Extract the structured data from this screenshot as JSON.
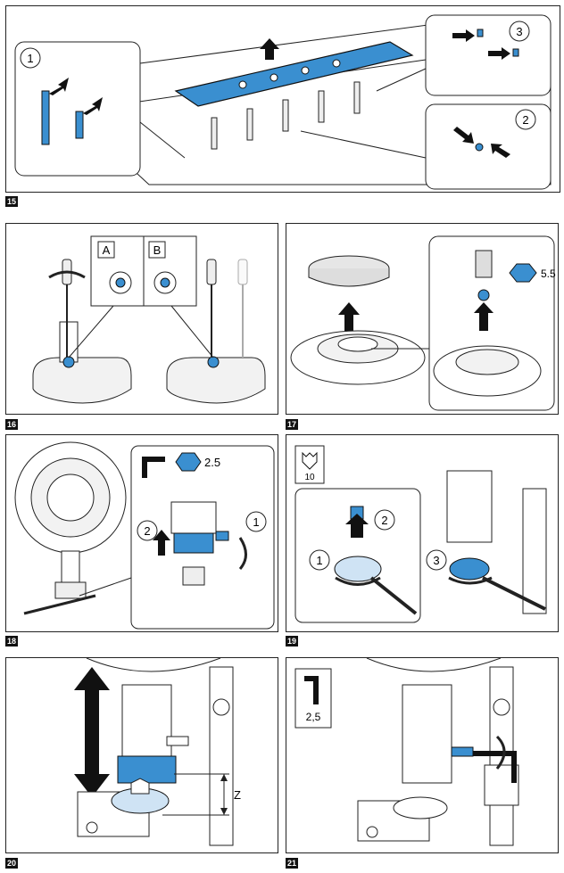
{
  "figures": {
    "f15": {
      "number": "15",
      "steps": [
        "1",
        "2",
        "3"
      ]
    },
    "f16": {
      "number": "16",
      "variants": [
        "A",
        "B"
      ]
    },
    "f17": {
      "number": "17",
      "hex_size": "5.5"
    },
    "f18": {
      "number": "18",
      "hex_size": "2.5",
      "steps": [
        "1",
        "2"
      ]
    },
    "f19": {
      "number": "19",
      "wrench_size": "10",
      "steps": [
        "1",
        "2",
        "3"
      ]
    },
    "f20": {
      "number": "20",
      "dimension_label": "Z"
    },
    "f21": {
      "number": "21",
      "hex_size": "2,5"
    }
  },
  "colors": {
    "accent_blue": "#3a8fd0",
    "line": "#222222",
    "light_fill": "#f2f2f2"
  },
  "icons": [
    "up-arrow-icon",
    "double-arrow-icon",
    "rotate-icon",
    "screwdriver-icon",
    "hex-key-icon",
    "hex-nut-icon",
    "wrench-icon"
  ]
}
